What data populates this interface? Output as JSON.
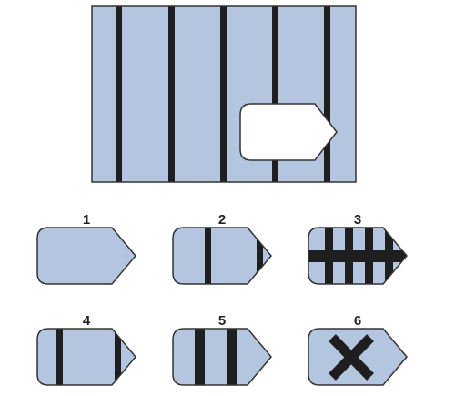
{
  "puzzle": {
    "colors": {
      "fill": "#b4c6df",
      "stripe": "#1e1e1e",
      "outline": "#333333",
      "hole": "#ffffff"
    },
    "options": [
      {
        "label": "1",
        "pattern": "plain"
      },
      {
        "label": "2",
        "pattern": "one-stripe-and-tip-stripe"
      },
      {
        "label": "3",
        "pattern": "grid-bars"
      },
      {
        "label": "4",
        "pattern": "two-stripes-edges"
      },
      {
        "label": "5",
        "pattern": "two-stripes-center"
      },
      {
        "label": "6",
        "pattern": "cross"
      }
    ]
  }
}
